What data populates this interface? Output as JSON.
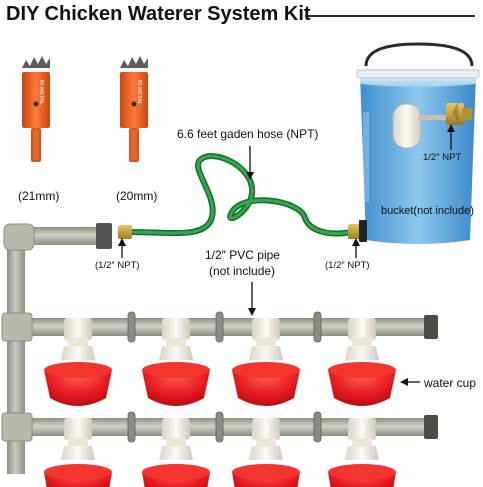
{
  "title": "DIY Chicken Waterer System Kit",
  "labels": {
    "hole_saw_small": "(21mm)",
    "hole_saw_large": "(20mm)",
    "hose": "6.6 feet gaden hose (NPT)",
    "bucket": "bucket(not include)",
    "bucket_npt": "1/2″ NPT",
    "pipe_npt_left": "(1/2″ NPT)",
    "pipe_npt_right": "(1/2″ NPT)",
    "pvc_line1": "1/2″  PVC pipe",
    "pvc_line2": "(not include)",
    "water_cup": "water cup"
  },
  "saw_markings": [
    "BI-METAL",
    "BI-METAL"
  ],
  "colors": {
    "saw_orange": "#ee5a1c",
    "hose_green": "#1f8a3b",
    "bucket_blue": "#5aa9dd",
    "pipe_gray": "#a9ac9f",
    "cup_red": "#e0191e",
    "brass": "#c9a13b"
  }
}
